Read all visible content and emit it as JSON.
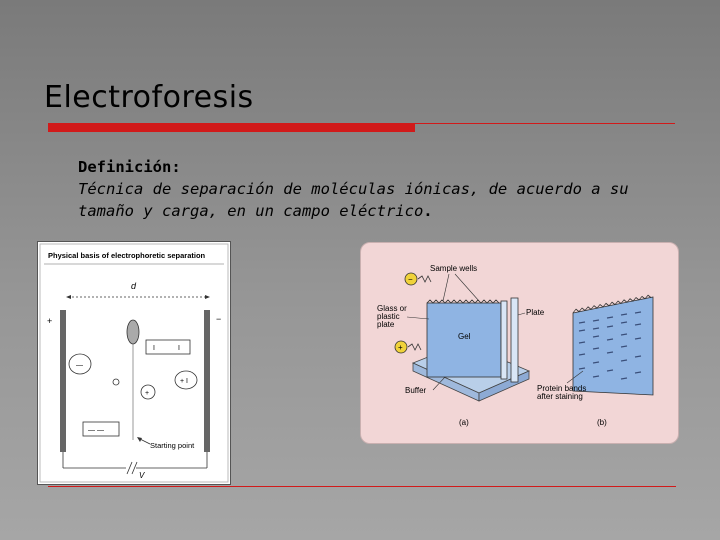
{
  "slide": {
    "title": "Electroforesis",
    "definition_label": "Definición:",
    "definition_text_line1": "Técnica de separación de moléculas iónicas, de acuerdo a su",
    "definition_text_line2_prefix": "tamaño y carga, en un campo eléctrico",
    "definition_text_line2_suffix": "."
  },
  "figure_left": {
    "title": "Physical basis of electrophoretic separation",
    "distance_label": "d",
    "plus_label": "+",
    "minus_label": "−",
    "starting_point_label": "Starting point",
    "voltage_label": "V"
  },
  "figure_right": {
    "sample_wells_label": "Sample wells",
    "glass_plate_label": "Glass or plastic plate",
    "gel_label": "Gel",
    "plate_label": "Plate",
    "buffer_label": "Buffer",
    "protein_bands_label": "Protein bands after staining",
    "panel_a_label": "(a)",
    "panel_b_label": "(b)",
    "minus_label": "−",
    "plus_label": "+"
  },
  "colors": {
    "accent_red": "#d11a1a",
    "gel_blue": "#8fb4e3",
    "panel_pink": "#f2d6d6"
  }
}
